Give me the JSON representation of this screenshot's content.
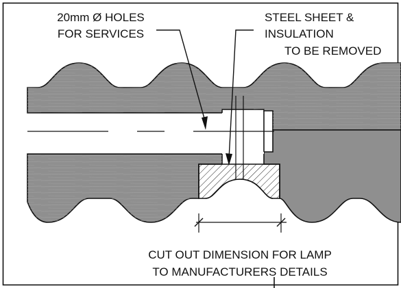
{
  "labels": {
    "holes_line1": "20mm Ø HOLES",
    "holes_line2": "FOR SERVICES",
    "steel_line1": "STEEL SHEET &",
    "steel_line2": "INSULATION",
    "steel_line3": "TO BE REMOVED",
    "cutout_line1": "CUT OUT DIMENSION FOR LAMP",
    "cutout_line2": "TO MANUFACTURERS DETAILS"
  },
  "colors": {
    "panel_fill": "#8f8f8f",
    "panel_stroke": "#111111",
    "hatch": "#222222",
    "line": "#111111"
  }
}
